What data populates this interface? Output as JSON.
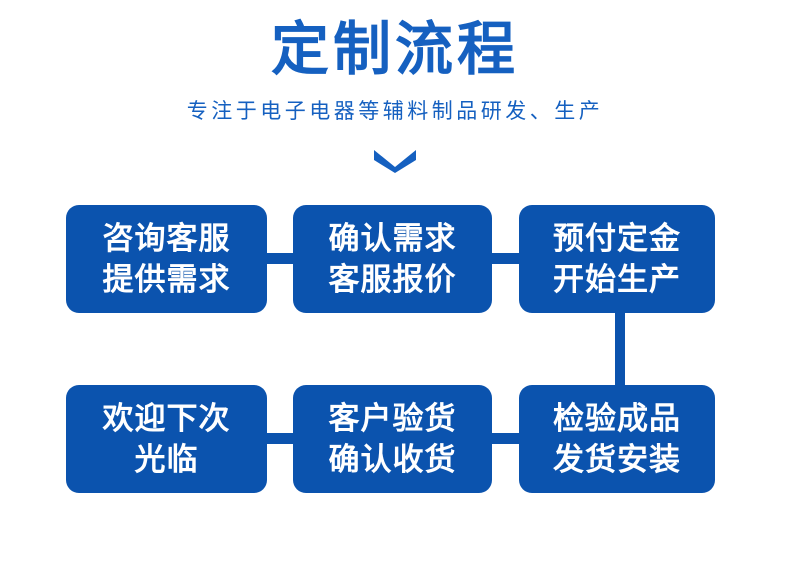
{
  "header": {
    "title": "定制流程",
    "subtitle": "专注于电子电器等辅料制品研发、生产",
    "chevron_icon": "chevron-down-icon"
  },
  "colors": {
    "title_blue": "#1560C0",
    "box_blue": "#0B53AE",
    "box_text": "#ffffff",
    "background": "#ffffff"
  },
  "flow": {
    "rows": [
      {
        "steps": [
          {
            "line1": "咨询客服",
            "line2": "提供需求"
          },
          {
            "line1": "确认需求",
            "line2": "客服报价"
          },
          {
            "line1": "预付定金",
            "line2": "开始生产"
          }
        ]
      },
      {
        "steps": [
          {
            "line1": "欢迎下次",
            "line2": "光临"
          },
          {
            "line1": "客户验货",
            "line2": "确认收货"
          },
          {
            "line1": "检验成品",
            "line2": "发货安装"
          }
        ]
      }
    ]
  }
}
